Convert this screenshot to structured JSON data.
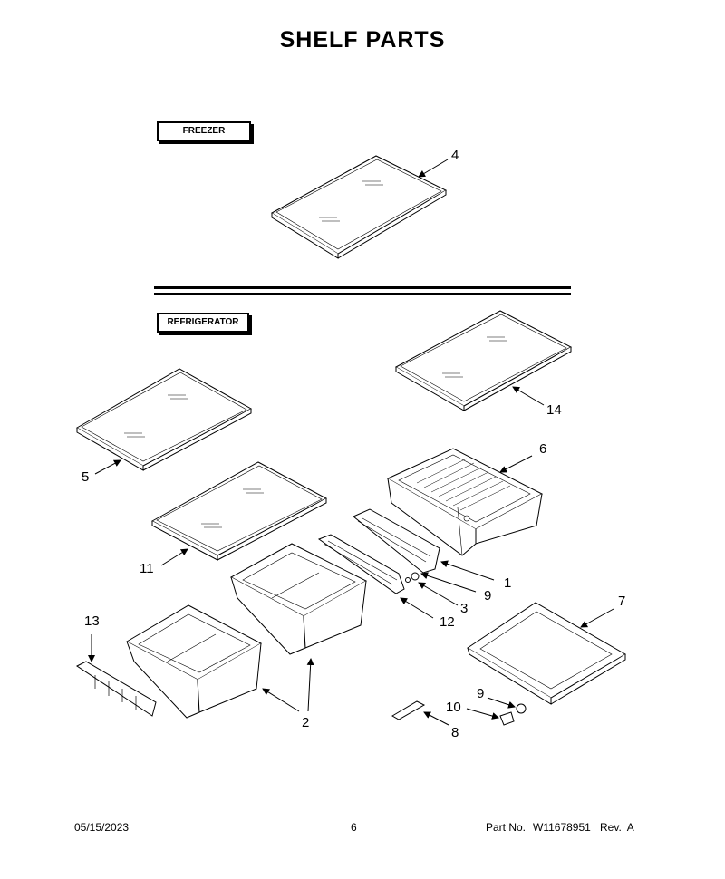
{
  "title": "SHELF PARTS",
  "sections": {
    "freezer": "FREEZER",
    "refrigerator": "REFRIGERATOR"
  },
  "callouts": {
    "c1": "1",
    "c2": "2",
    "c3": "3",
    "c4": "4",
    "c5": "5",
    "c6": "6",
    "c7": "7",
    "c8": "8",
    "c9a": "9",
    "c9b": "9",
    "c10": "10",
    "c11": "11",
    "c12": "12",
    "c13": "13",
    "c14": "14"
  },
  "footer": {
    "date": "05/15/2023",
    "page": "6",
    "part_label": "Part No.",
    "part_number": "W11678951",
    "rev": "Rev.  A"
  }
}
